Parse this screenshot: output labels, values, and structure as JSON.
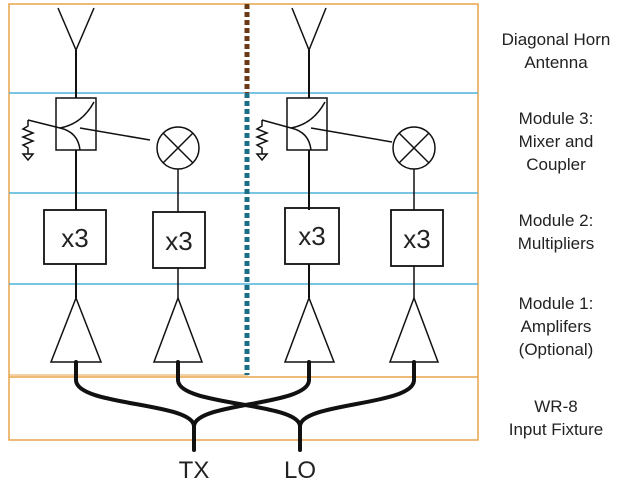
{
  "labels": {
    "horn": [
      "Diagonal Horn",
      "Antenna"
    ],
    "module3": [
      "Module 3:",
      "Mixer and",
      "Coupler"
    ],
    "module2": [
      "Module 2:",
      "Multipliers"
    ],
    "module1": [
      "Module 1:",
      "Amplifers",
      "(Optional)"
    ],
    "fixture": [
      "WR-8",
      "Input Fixture"
    ]
  },
  "multiplier_label": "x3",
  "ports": {
    "tx": "TX",
    "lo": "LO"
  },
  "colors": {
    "outer_border": "#e8a34a",
    "module_border": "#4fb3d9",
    "line": "#111111",
    "divider_left": "#6b3a14",
    "divider_right": "#1a6f86"
  }
}
